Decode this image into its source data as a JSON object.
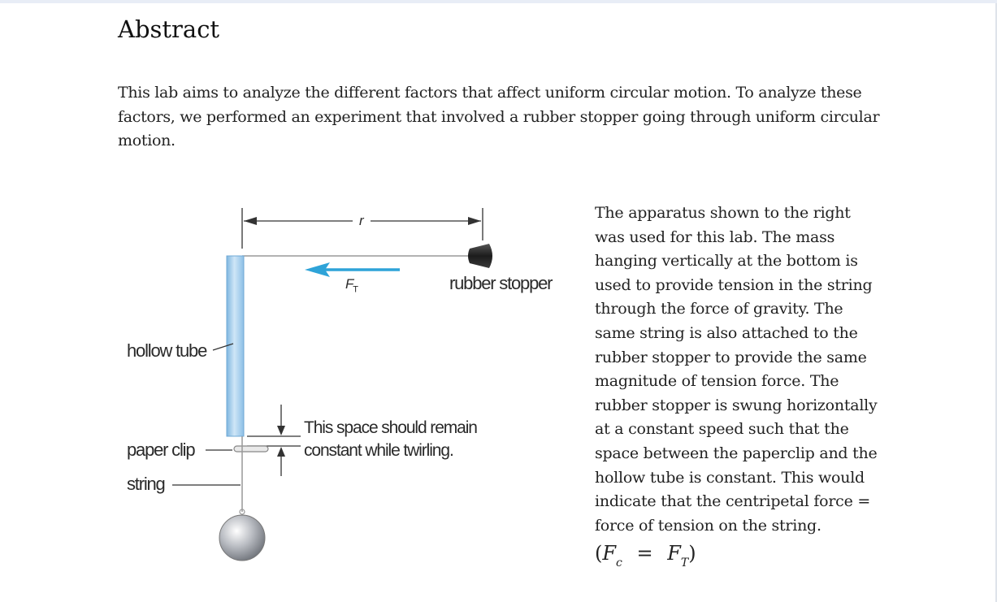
{
  "heading": "Abstract",
  "intro_paragraph": "This lab aims to analyze the different factors that affect uniform circular motion. To analyze these factors, we performed an experiment that involved a rubber stopper going through uniform circular motion.",
  "figure": {
    "labels": {
      "radius": "r",
      "force_symbol": "F",
      "force_subscript": "T",
      "rubber_stopper": "rubber stopper",
      "hollow_tube": "hollow tube",
      "paper_clip": "paper clip",
      "string": "string",
      "note": "This space should remain constant while twirling."
    },
    "colors": {
      "tube": "#a9d1ef",
      "force_arrow": "#2ea3d8",
      "stopper": "#222222"
    }
  },
  "side_paragraph": "The apparatus shown to the right was used for this lab. The mass hanging vertically at the bottom is used to provide tension in the string through the force of gravity. The same string is also attached to the rubber stopper to provide the same magnitude of tension force. The rubber stopper is swung horizontally at a constant speed such that the space between the paperclip and the hollow tube is constant. This would indicate that the centripetal force = force of tension on the string.",
  "formula": {
    "open": "(",
    "lhs": "F",
    "lhs_sub": "c",
    "equals": "=",
    "rhs": "F",
    "rhs_sub": "T",
    "close": ")"
  }
}
